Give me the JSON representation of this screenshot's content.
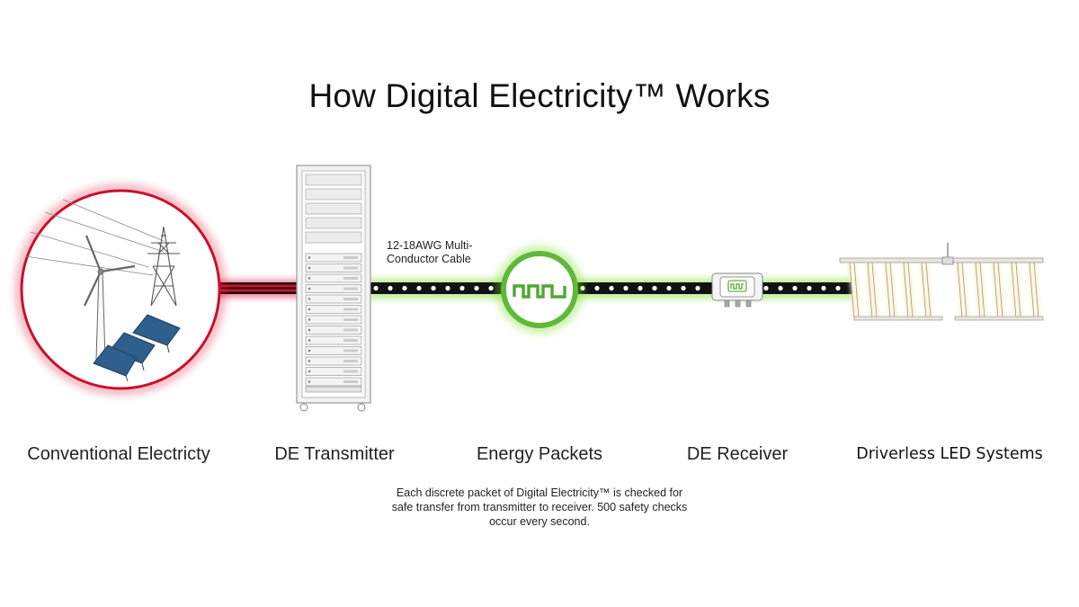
{
  "title": "How Digital Electricity™ Works",
  "cable_label": "12-18AWG Multi-Conductor Cable",
  "stages": [
    {
      "id": "conventional",
      "label": "Conventional Electricty"
    },
    {
      "id": "transmitter",
      "label": "DE Transmitter"
    },
    {
      "id": "packets",
      "label": "Energy Packets"
    },
    {
      "id": "receiver",
      "label": "DE Receiver"
    },
    {
      "id": "led",
      "label": "Driverless LED Systems"
    }
  ],
  "packet_note": "Each discrete packet of Digital Electricity™ is checked for safe transfer from transmitter to receiver. 500 safety checks occur every second.",
  "colors": {
    "ac_line": "#d0102a",
    "de_glow": "#7fe030",
    "packet_ring": "#5fb83a",
    "source_ring": "#c8102e",
    "solar": "#2f5f8c"
  },
  "icons": [
    "wind-turbine-icon",
    "power-tower-icon",
    "solar-panel-icon",
    "server-rack-icon",
    "square-wave-icon",
    "receiver-box-icon",
    "led-grow-light-icon"
  ]
}
